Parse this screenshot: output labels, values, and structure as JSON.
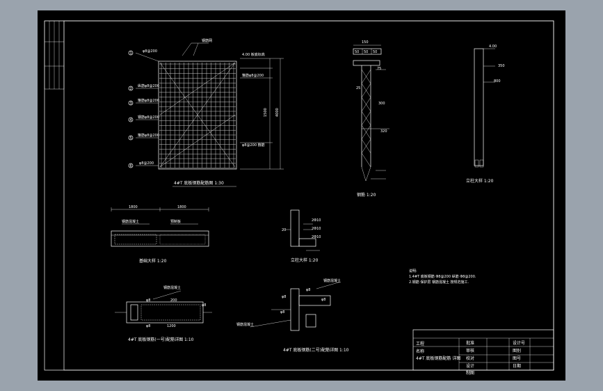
{
  "colors": {
    "desktop": "#9aa3ad",
    "canvas": "#000000",
    "drawing": "#ffffff"
  },
  "markers": [
    "1",
    "2",
    "3",
    "4",
    "5",
    "6"
  ],
  "elevation": {
    "annotations": [
      {
        "id": "top",
        "text": "φ8@200"
      },
      {
        "id": "dim-top-left",
        "text": "钢筋网"
      },
      {
        "id": "r2",
        "text": "纵筋φ8@200"
      },
      {
        "id": "r3",
        "text": "箍筋φ8@200"
      },
      {
        "id": "r4",
        "text": "钢筋φ8@200"
      },
      {
        "id": "r5",
        "text": "箍筋φ8@200"
      },
      {
        "id": "r6",
        "text": "φ8@200"
      },
      {
        "id": "right-top",
        "text": "4.00 板底标高"
      },
      {
        "id": "right-mid",
        "text": "箍筋φ8@200"
      },
      {
        "id": "right-low",
        "text": "φ8@200 箍筋"
      },
      {
        "id": "dim-h",
        "text": "1500"
      },
      {
        "id": "dim-h2",
        "text": "4000"
      }
    ],
    "caption": "4#T 底板钢筋配筋图 1:30"
  },
  "truss": {
    "top_dims": [
      "150",
      "50",
      "50",
      "50"
    ],
    "labels": [
      "75",
      "25",
      "300",
      "320"
    ],
    "caption": "钢筋 1:20"
  },
  "column": {
    "labels": [
      "4.00",
      "350",
      "800"
    ],
    "caption": "立柱大样 1:20"
  },
  "section_a": {
    "top_left": "1800",
    "top_right": "1800",
    "notes": [
      "钢筋混凝土",
      "预制板"
    ],
    "caption": "基础大样 1:20"
  },
  "section_b": {
    "labels": [
      "2Φ10",
      "2Φ10",
      "2Φ10",
      "20"
    ],
    "caption": "立柱大样 1:20"
  },
  "section_c": {
    "labels": [
      "钢筋混凝土",
      "φ8",
      "200",
      "φ8",
      "1200",
      "φ8"
    ],
    "caption": "4#T 底板钢筋(一号)配筋详图 1:10"
  },
  "section_d": {
    "labels": [
      "钢筋混凝土",
      "φ8",
      "φ8",
      "φ8",
      "φ8",
      "钢筋混凝土"
    ],
    "caption": "4#T 底板钢筋(二号)配筋详图 1:10"
  },
  "notes": {
    "title": "说明:",
    "lines": [
      "1.4#T 底板钢筋 Φ8@200 纵筋 Φ8@200.",
      "2.钢筋 保护层 钢筋混凝土 按规范施工."
    ]
  },
  "title_block": {
    "left_rows": [
      "工程",
      "名称"
    ],
    "drawing_name": "4#T 底板钢筋配筋 详图",
    "mid_col": [
      "批准",
      "审核",
      "校对",
      "设计",
      "制图"
    ],
    "right_col": [
      "设计号",
      "图别",
      "图号",
      "日期"
    ]
  }
}
